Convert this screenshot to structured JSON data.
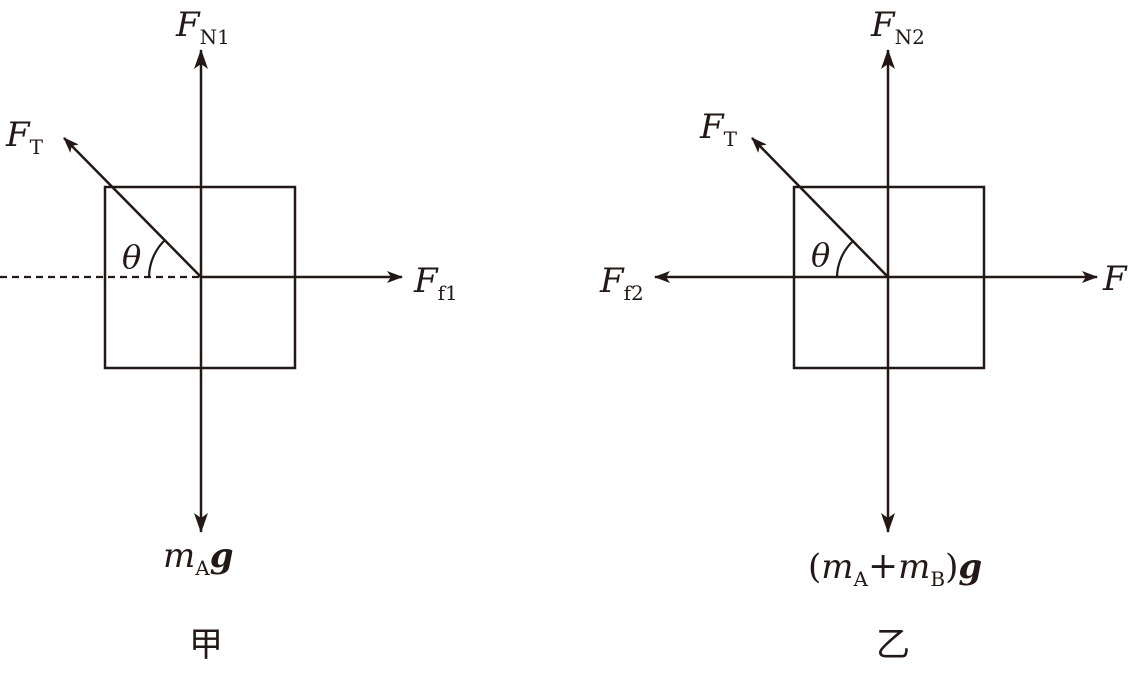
{
  "diagram_a": {
    "caption": "甲",
    "normal_force": {
      "main": "F",
      "sub": "N1"
    },
    "tension": {
      "main": "F",
      "sub": "T"
    },
    "friction": {
      "main": "F",
      "sub": "f1"
    },
    "gravity": {
      "main": "m",
      "sub": "A",
      "tail": "g"
    },
    "angle": "θ"
  },
  "diagram_b": {
    "caption": "乙",
    "normal_force": {
      "main": "F",
      "sub": "N2"
    },
    "tension": {
      "main": "F",
      "sub": "T"
    },
    "friction": {
      "main": "F",
      "sub": "f2"
    },
    "applied_force": "F",
    "gravity": {
      "open": "(",
      "m1": "m",
      "s1": "A",
      "plus": "+",
      "m2": "m",
      "s2": "B",
      "close": ")",
      "tail": "g"
    },
    "angle": "θ"
  },
  "colors": {
    "ink": "#231815",
    "background": "#ffffff"
  }
}
